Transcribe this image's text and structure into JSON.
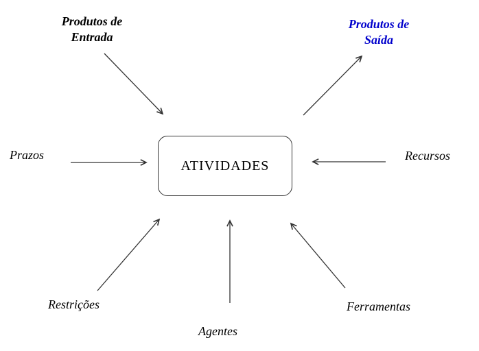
{
  "diagram": {
    "title": "Activities diagram",
    "center": {
      "label": "ATIVIDADES"
    },
    "nodes": {
      "produtos_entrada": {
        "label": "Produtos de\nEntrada"
      },
      "produtos_saida": {
        "label": "Produtos de\nSaída"
      },
      "prazos": {
        "label": "Prazos"
      },
      "recursos": {
        "label": "Recursos"
      },
      "restricoes": {
        "label": "Restrições"
      },
      "agentes": {
        "label": "Agentes"
      },
      "ferramentas": {
        "label": "Ferramentas"
      }
    },
    "arrows": [
      {
        "name": "arrow-entrada",
        "direction": "into-center"
      },
      {
        "name": "arrow-saida",
        "direction": "out-of-center"
      },
      {
        "name": "arrow-prazos",
        "direction": "into-center"
      },
      {
        "name": "arrow-recursos",
        "direction": "into-center"
      },
      {
        "name": "arrow-restricoes",
        "direction": "into-center"
      },
      {
        "name": "arrow-agentes",
        "direction": "into-center"
      },
      {
        "name": "arrow-ferramentas",
        "direction": "into-center"
      }
    ],
    "colors": {
      "saida_text": "#0000cc",
      "default_text": "#000000",
      "line": "#333333",
      "background": "#ffffff"
    }
  }
}
